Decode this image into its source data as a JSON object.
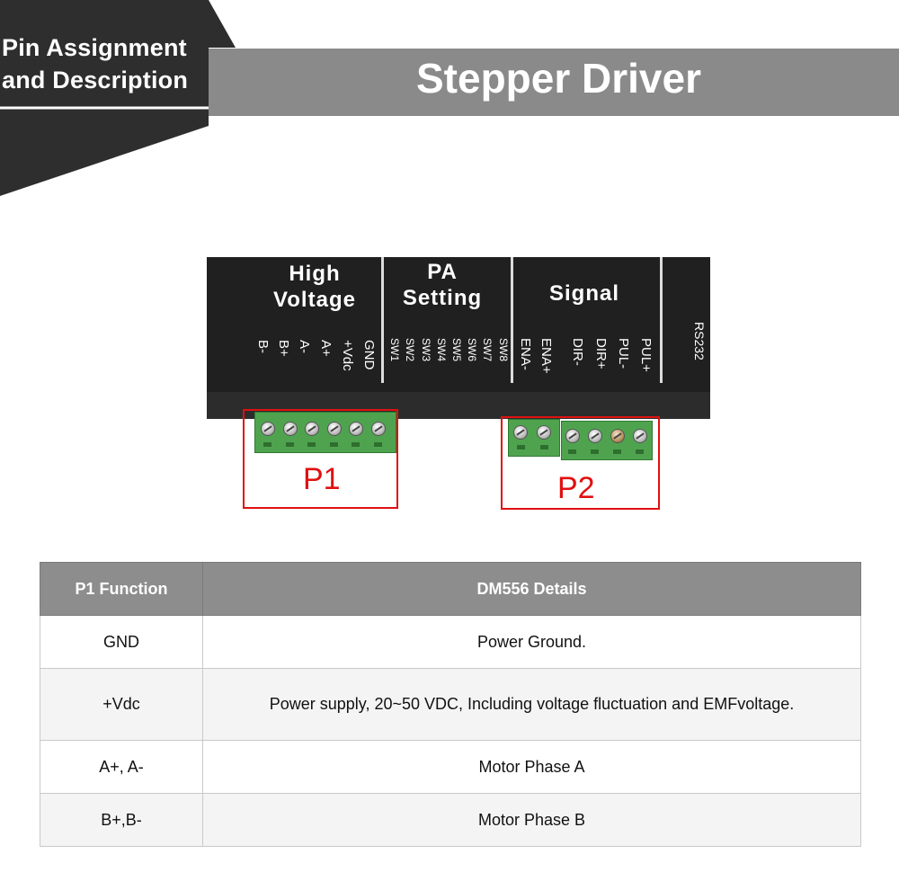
{
  "header": {
    "corner_line1": "Pin Assignment",
    "corner_line2": "and Description",
    "title": "Stepper Driver"
  },
  "device": {
    "sections": {
      "high_voltage": [
        "High",
        "Voltage"
      ],
      "pa_setting": [
        "PA",
        "Setting"
      ],
      "signal": "Signal"
    },
    "pins_p1": [
      "B-",
      "B+",
      "A-",
      "A+",
      "+Vdc",
      "GND"
    ],
    "pins_sw": [
      "SW1",
      "SW2",
      "SW3",
      "SW4",
      "SW5",
      "SW6",
      "SW7",
      "SW8"
    ],
    "pins_p2": [
      "ENA-",
      "ENA+",
      "DIR-",
      "DIR+",
      "PUL-",
      "PUL+"
    ],
    "rs232": "RS232"
  },
  "connectors": {
    "p1_label": "P1",
    "p2_label": "P2"
  },
  "table": {
    "headers": [
      "P1 Function",
      "DM556 Details"
    ],
    "rows": [
      {
        "function": "GND",
        "details": "Power Ground."
      },
      {
        "function": "+Vdc",
        "details": "Power supply, 20~50 VDC, Including voltage fluctuation and EMFvoltage."
      },
      {
        "function": "A+, A-",
        "details": "Motor Phase A"
      },
      {
        "function": "B+,B-",
        "details": "Motor Phase B"
      }
    ]
  },
  "colors": {
    "header_band": "#8a8a8a",
    "corner_panel": "#2e2e2e",
    "device_body": "#202020",
    "terminal_green": "#4fa34f",
    "highlight_red": "#e01010",
    "table_header": "#8d8d8d"
  }
}
